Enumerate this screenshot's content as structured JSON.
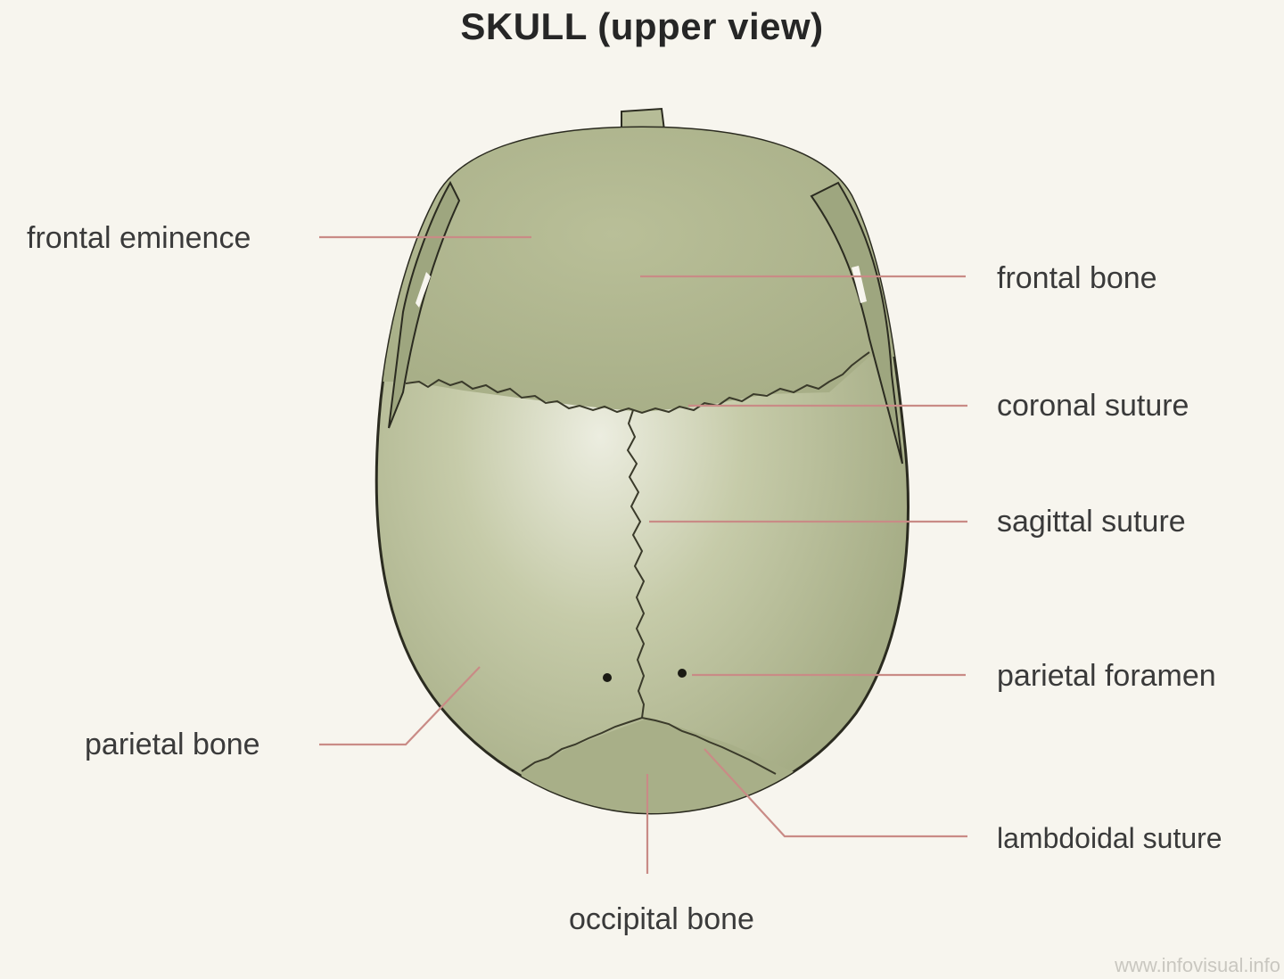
{
  "title": "SKULL (upper view)",
  "labels": {
    "frontal_eminence": "frontal eminence",
    "frontal_bone": "frontal bone",
    "coronal_suture": "coronal suture",
    "sagittal_suture": "sagittal suture",
    "parietal_foramen": "parietal foramen",
    "parietal_bone": "parietal bone",
    "lambdoidal_suture": "lambdoidal suture",
    "occipital_bone": "occipital bone"
  },
  "watermark": "www.infovisual.info",
  "colors": {
    "bone": "#aab28c",
    "bone_highlight": "#e9ebd9",
    "outline": "#2b2b20",
    "leader": "#c98b86",
    "background": "#f7f5ee"
  }
}
